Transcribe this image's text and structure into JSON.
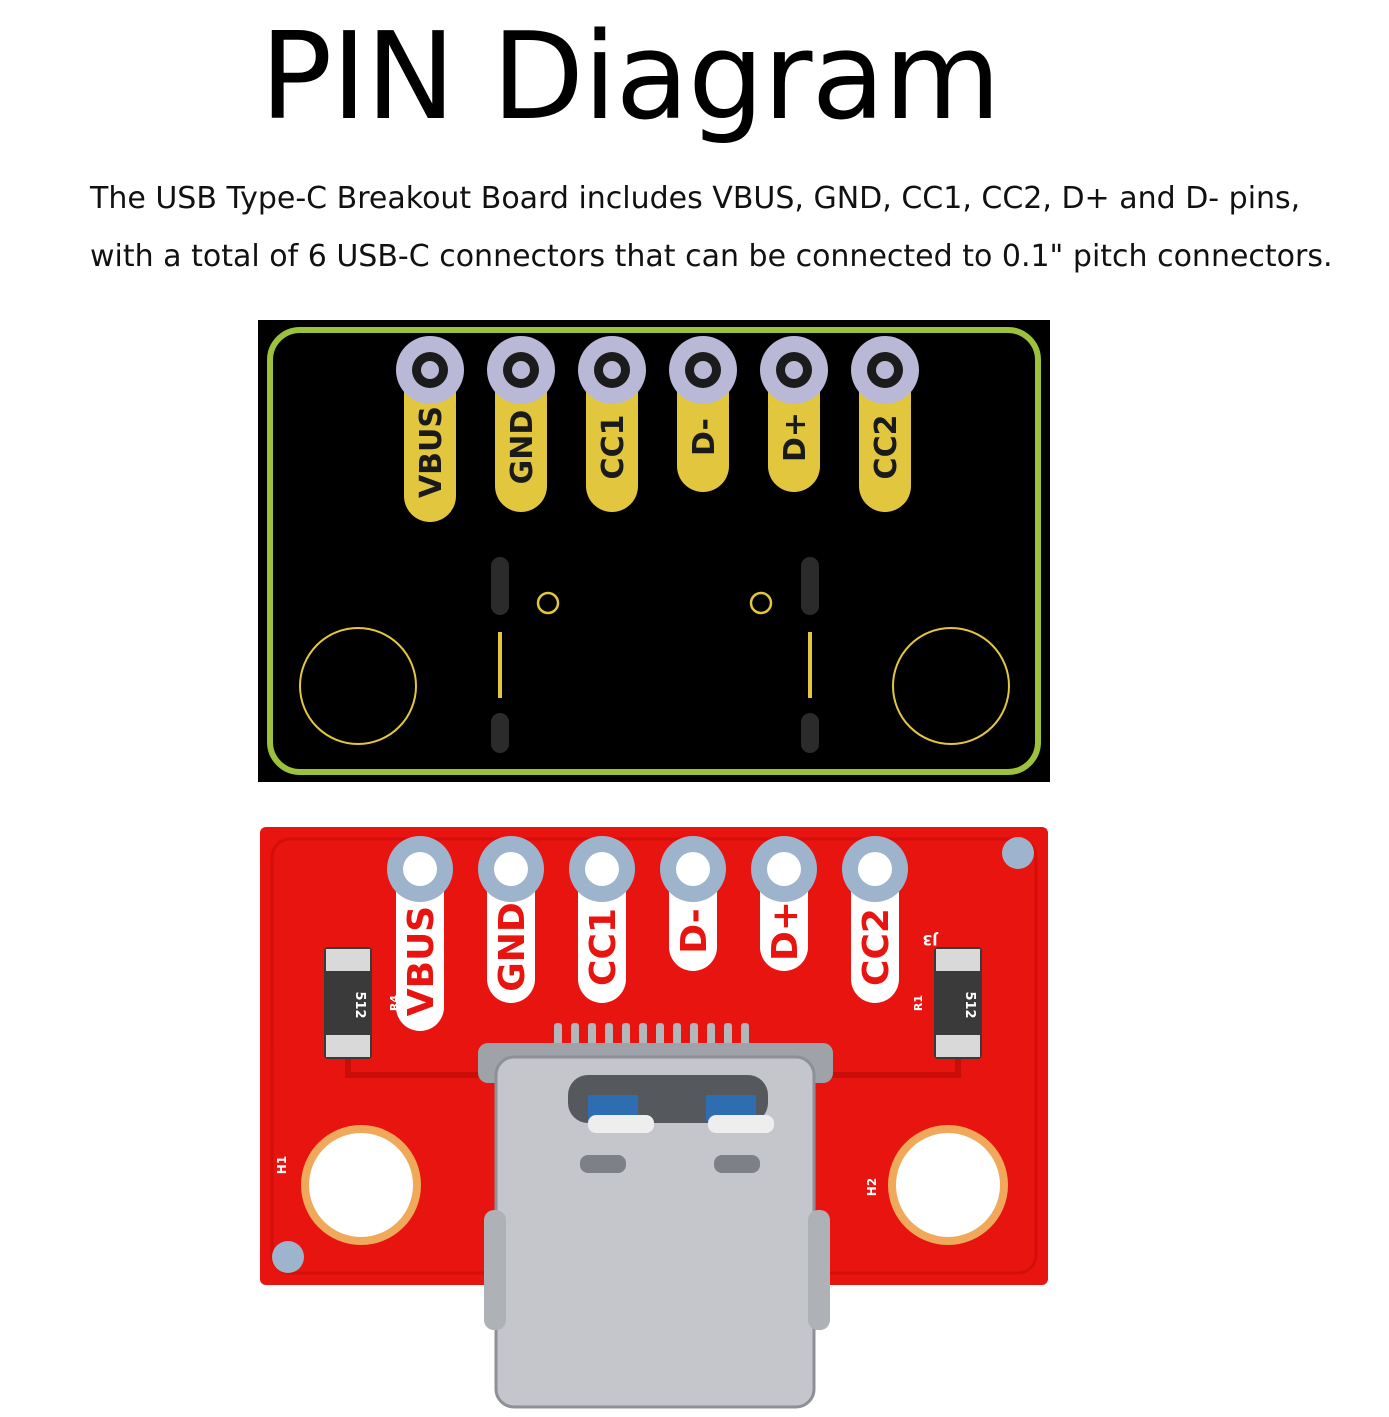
{
  "title": "PIN  Diagram",
  "description": {
    "line1": "The USB Type-C Breakout Board includes VBUS, GND, CC1, CC2, D+ and D- pins,",
    "line2": "with a total of 6 USB-C connectors that can be connected to 0.1\" pitch connectors."
  },
  "pins": [
    "VBUS",
    "GND",
    "CC1",
    "D-",
    "D+",
    "CC2"
  ],
  "board_labels": {
    "r4": "R4",
    "r1": "R1",
    "j3": "J3",
    "h1": "H1",
    "h2": "H2",
    "r4_code": "512",
    "r1_code": "512"
  },
  "colors": {
    "pcb_top_bg": "#000000",
    "pcb_top_outline": "#9bc23a",
    "pad_label": "#e2c73e",
    "pad_ring": "#b9b8d6",
    "pcb_red": "#e8140f",
    "red_pad": "#9eb3cc",
    "connector": "#c4c6cb"
  }
}
